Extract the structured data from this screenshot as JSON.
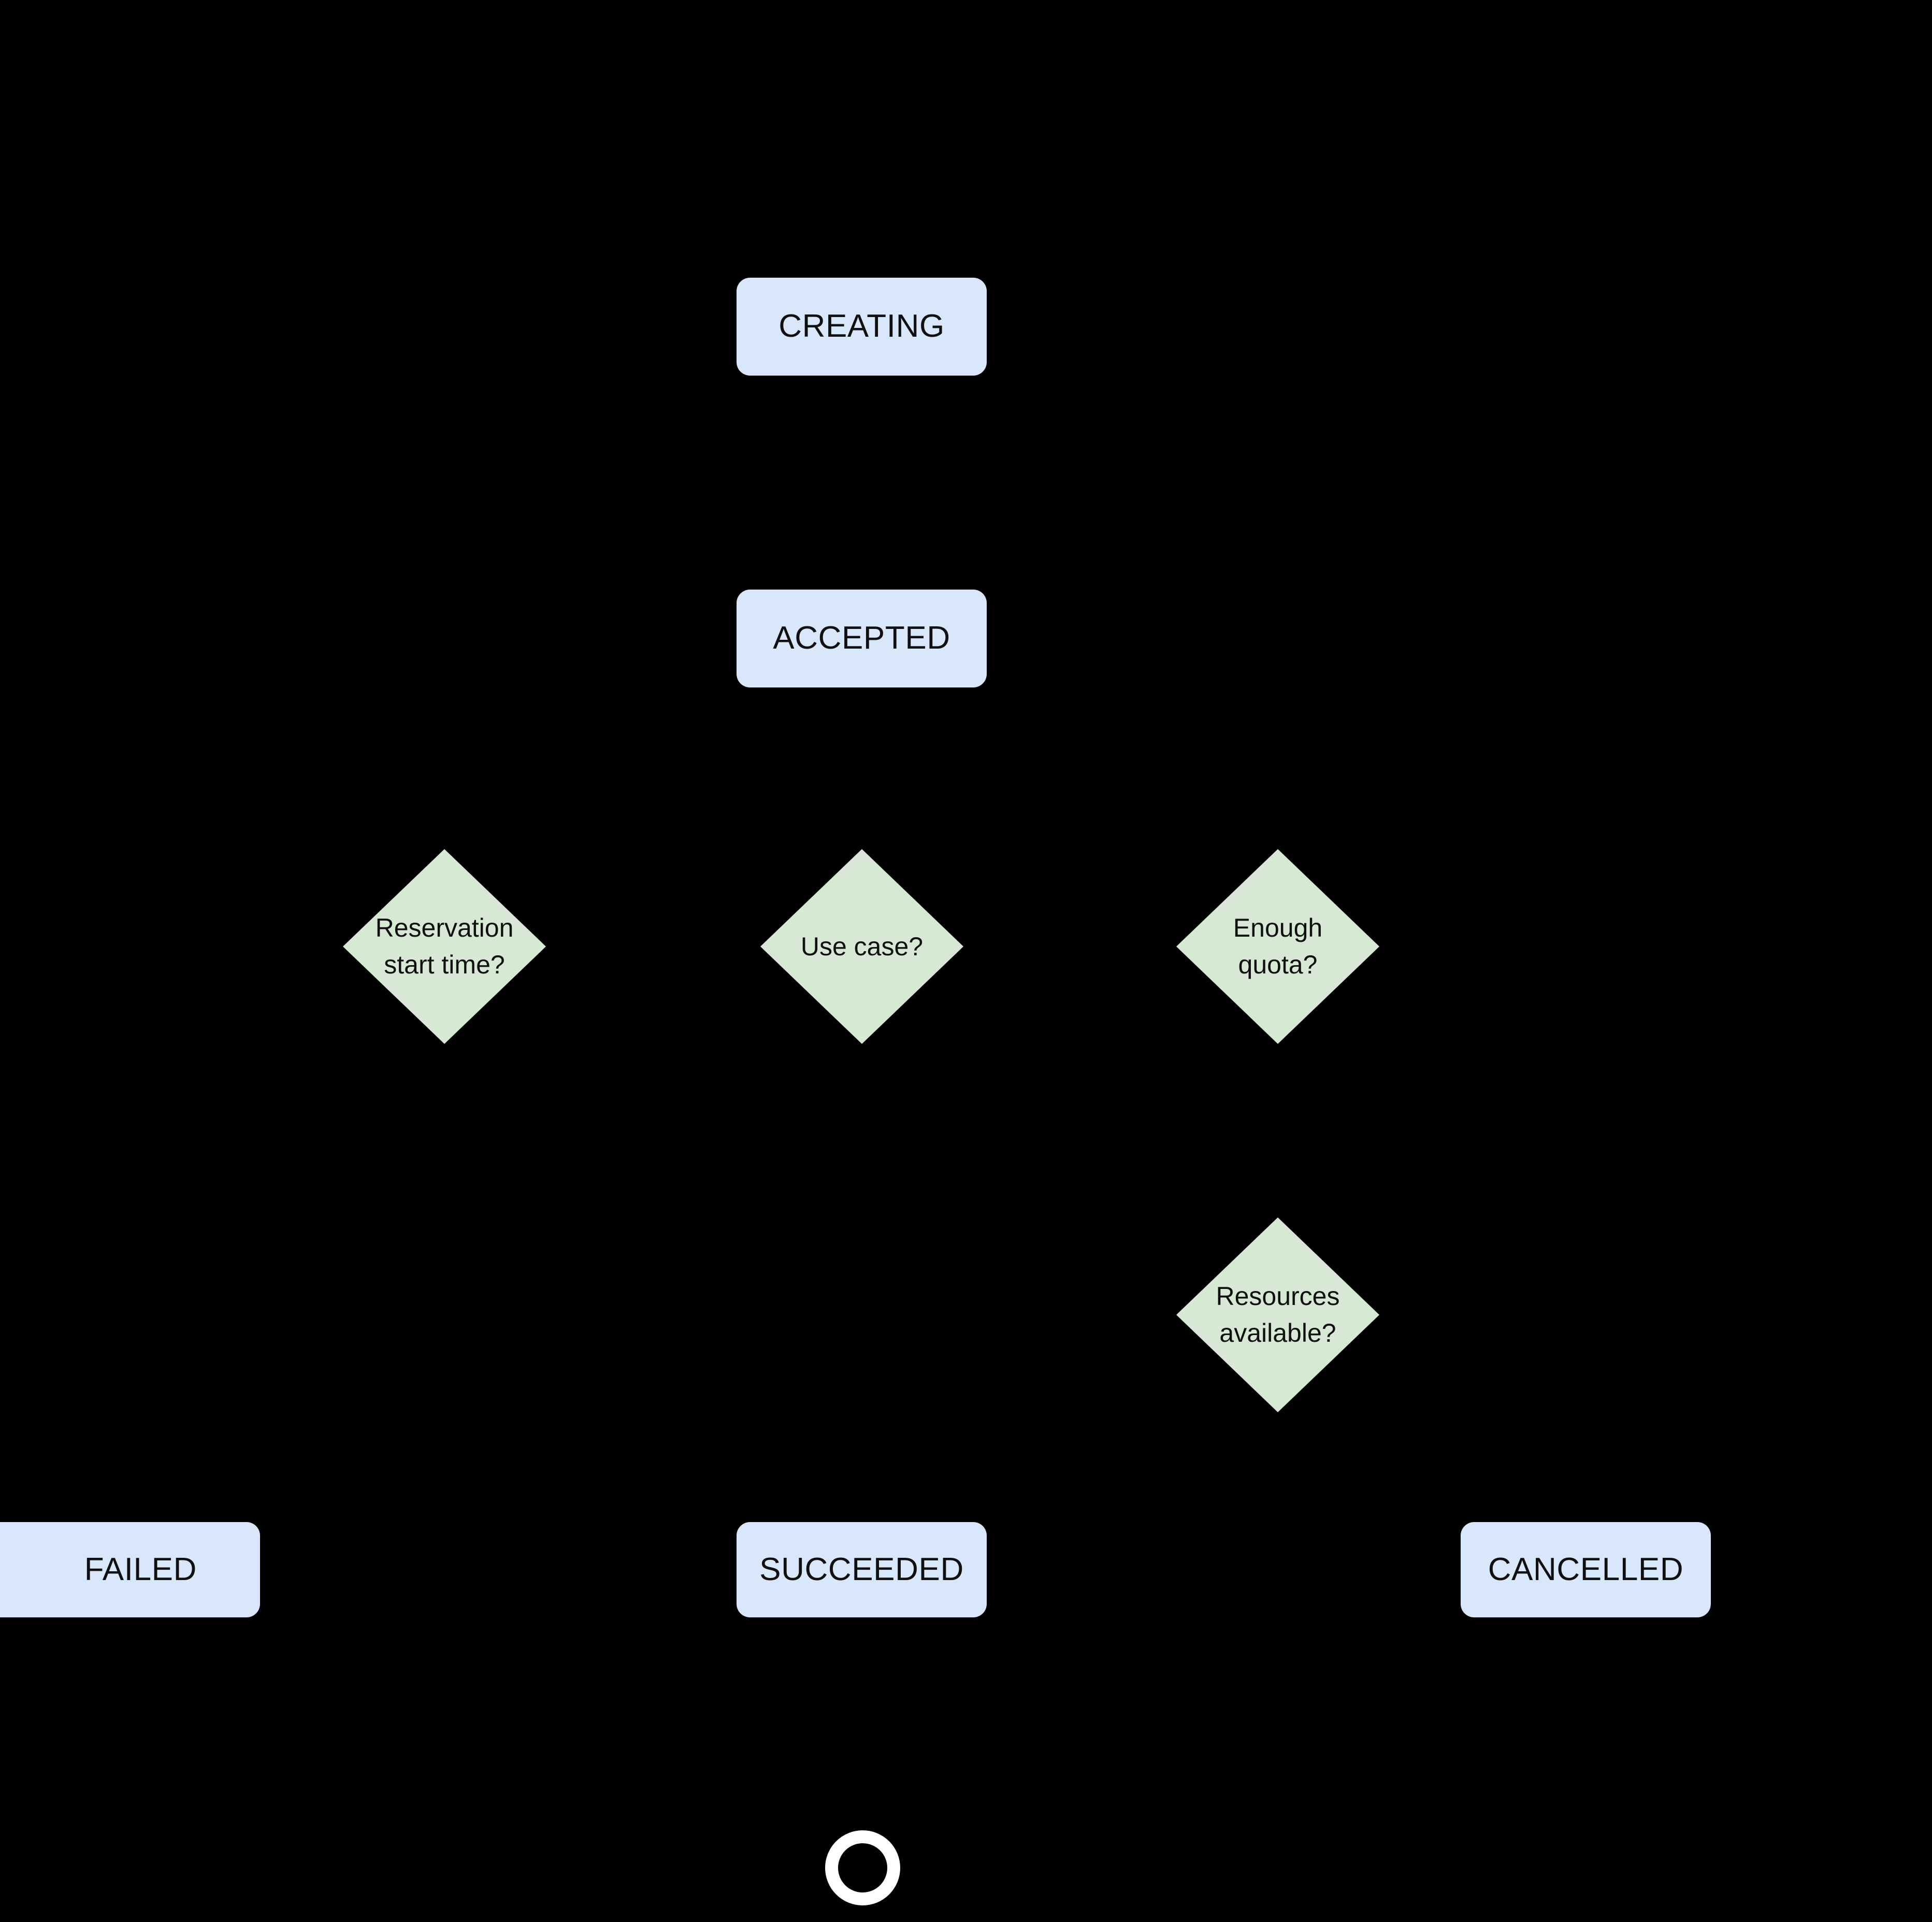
{
  "diagram": {
    "background_color": "#000000",
    "state_fill": "#d9e7fa",
    "decision_fill": "#d7e8d5",
    "text_color": "#101010",
    "end_node_color": "#ffffff"
  },
  "states": [
    {
      "id": "creating",
      "label": "CREATING"
    },
    {
      "id": "accepted",
      "label": "ACCEPTED"
    },
    {
      "id": "failed",
      "label": "FAILED"
    },
    {
      "id": "succeeded",
      "label": "SUCCEEDED"
    },
    {
      "id": "cancelled",
      "label": "CANCELLED"
    }
  ],
  "decisions": [
    {
      "id": "reservation-start-time",
      "label": "Reservation\nstart time?"
    },
    {
      "id": "use-case",
      "label": "Use case?"
    },
    {
      "id": "enough-quota",
      "label": "Enough\nquota?"
    },
    {
      "id": "resources-available",
      "label": "Resources\navailable?"
    }
  ],
  "end_node": {
    "id": "end",
    "label": ""
  }
}
